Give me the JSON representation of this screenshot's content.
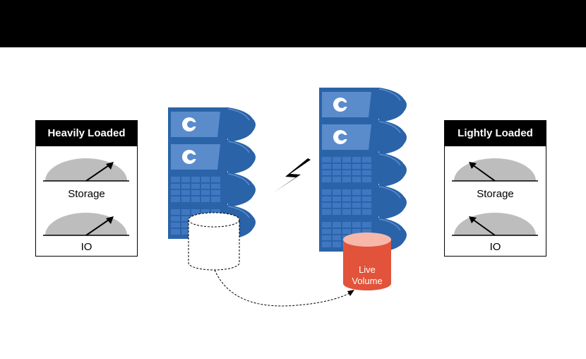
{
  "left_panel": {
    "title": "Heavily Loaded",
    "gauges": [
      {
        "label": "Storage",
        "icon": "gauge-icon",
        "needle": "high"
      },
      {
        "label": "IO",
        "icon": "gauge-icon",
        "needle": "high"
      }
    ]
  },
  "right_panel": {
    "title": "Lightly Loaded",
    "gauges": [
      {
        "label": "Storage",
        "icon": "gauge-icon",
        "needle": "low"
      },
      {
        "label": "IO",
        "icon": "gauge-icon",
        "needle": "low"
      }
    ]
  },
  "live_volume": {
    "line1": "Live",
    "line2": "Volume"
  },
  "colors": {
    "server_blue": "#2a63a8",
    "server_light": "#5a8ccc",
    "volume_red": "#e1533a",
    "volume_top": "#f7b7a9",
    "gauge_gray": "#bdbdbd"
  }
}
